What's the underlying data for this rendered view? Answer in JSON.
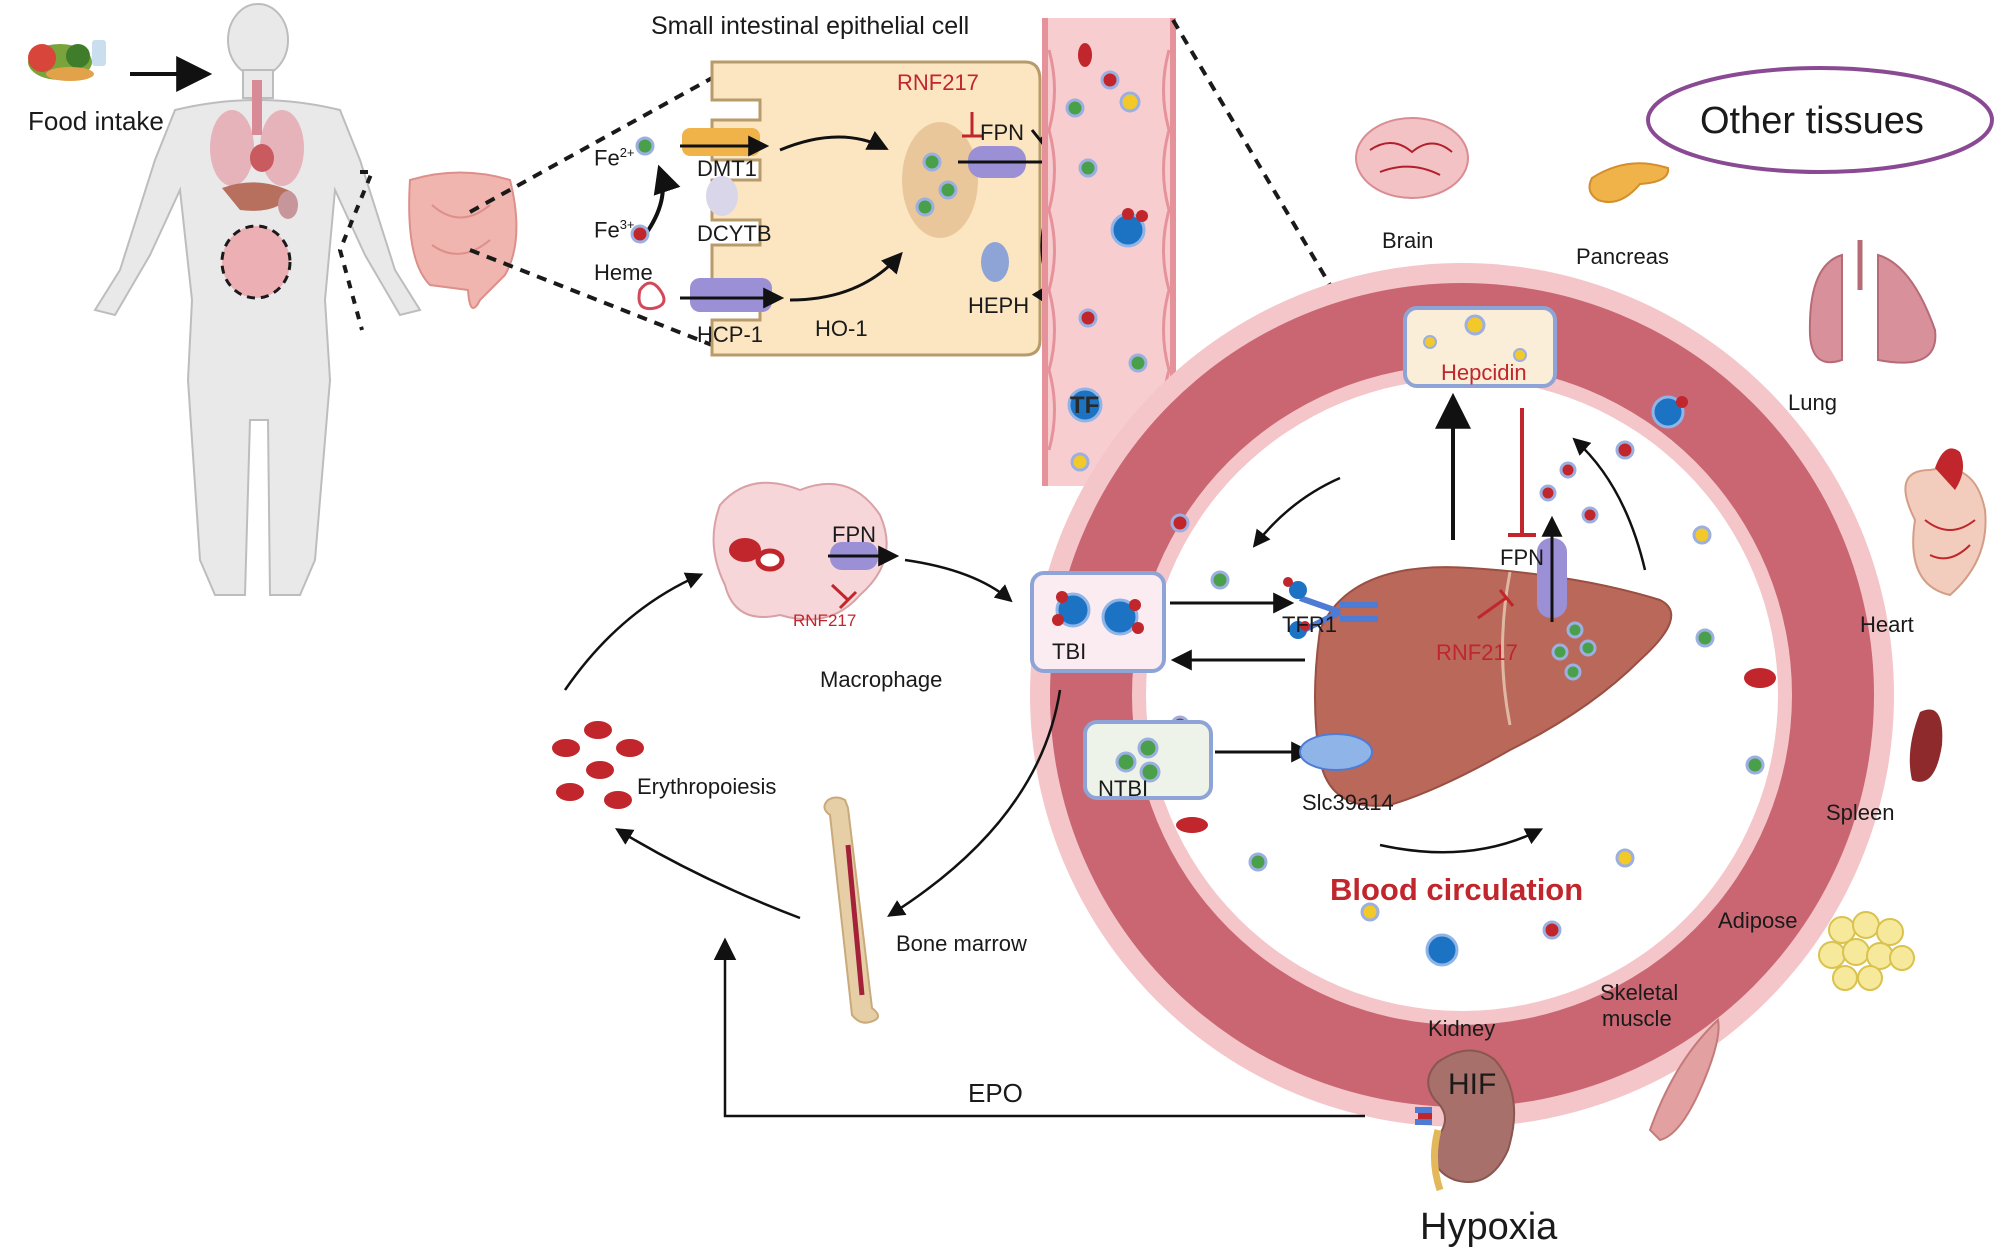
{
  "food": {
    "label": "Food intake"
  },
  "cell": {
    "title": "Small intestinal epithelial cell",
    "fe2": "Fe",
    "fe2_sup": "2+",
    "fe3": "Fe",
    "fe3_sup": "3+",
    "heme": "Heme",
    "dmt1": "DMT1",
    "dcytb": "DCYTB",
    "hcp1": "HCP-1",
    "ho1": "HO-1",
    "rnf217": "RNF217",
    "fpn": "FPN",
    "heph": "HEPH",
    "tf": "TF"
  },
  "macrophage": {
    "label": "Macrophage",
    "fpn": "FPN",
    "rnf217": "RNF217"
  },
  "tbi": "TBI",
  "ntbi": "NTBI",
  "tfr1": "TFR1",
  "slc": "Slc39a14",
  "hepcidin": "Hepcidin",
  "liver": {
    "fpn": "FPN",
    "rnf217": "RNF217"
  },
  "circulation": "Blood circulation",
  "erythropoiesis": "Erythropoiesis",
  "bone_marrow": "Bone marrow",
  "epo": "EPO",
  "kidney": {
    "label": "Kidney",
    "hif": "HIF",
    "hypoxia": "Hypoxia"
  },
  "tissues": {
    "title": "Other tissues",
    "brain": "Brain",
    "pancreas": "Pancreas",
    "lung": "Lung",
    "heart": "Heart",
    "spleen": "Spleen",
    "adipose": "Adipose",
    "skeletal": "Skeletal",
    "muscle": "muscle"
  },
  "colors": {
    "ring_outer": "#f4c6c9",
    "ring_band": "#c96672",
    "liver": "#b9685a",
    "cell": "#fbe6c1",
    "vessel": "#f7cdd0",
    "protein": "#9b8fd6",
    "accent_red": "#c0262b",
    "oval": "#8a4a93"
  }
}
